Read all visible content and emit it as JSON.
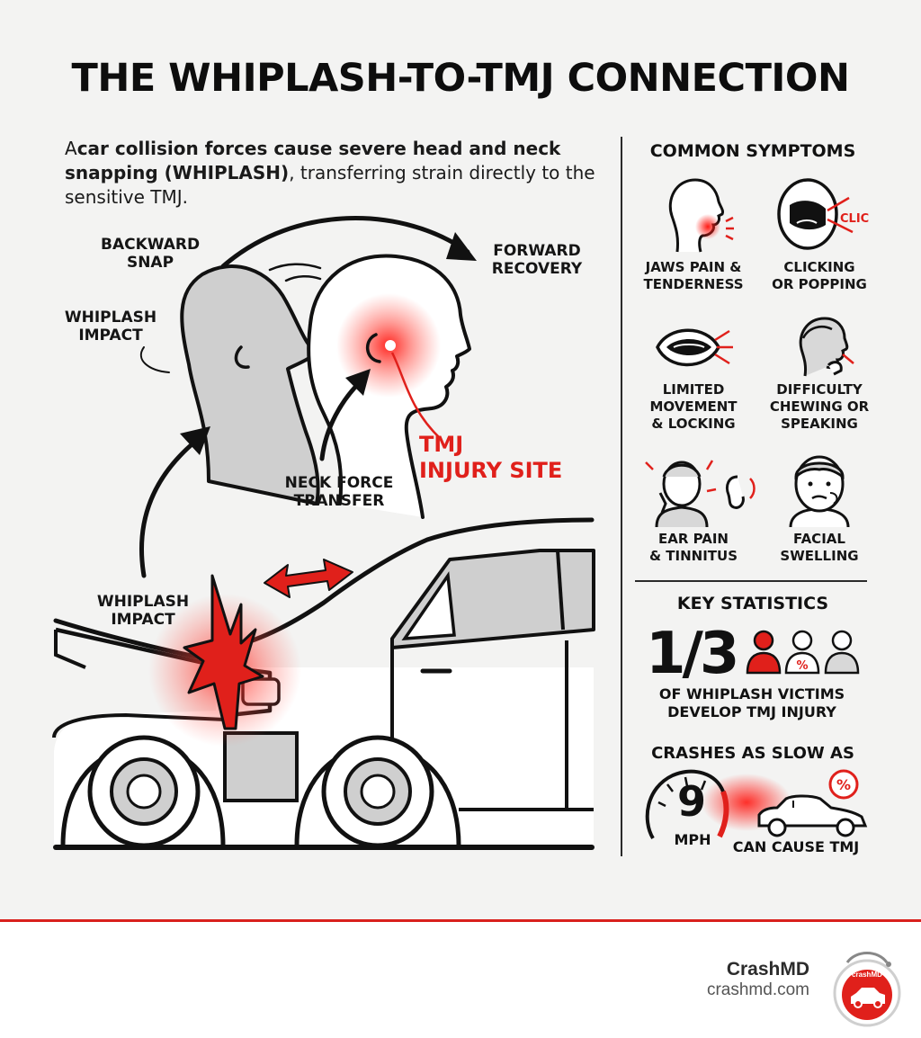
{
  "title": "THE WHIPLASH-TO-TMJ CONNECTION",
  "intro": {
    "lead": "A",
    "bold": "car collision forces cause severe head and neck snapping (WHIPLASH)",
    "rest": ", transferring strain directly to the sensitive TMJ."
  },
  "diagram": {
    "backward_snap": "BACKWARD\nSNAP",
    "forward_recovery": "FORWARD\nRECOVERY",
    "whiplash_impact_top": "WHIPLASH\nIMPACT",
    "whiplash_impact_car": "WHIPLASH\nIMPACT",
    "neck_force_transfer": "NECK FORCE\nTRANSFER",
    "tmj_injury_site": "TMJ\nINJURY SITE"
  },
  "symptoms": {
    "heading": "COMMON SYMPTOMS",
    "click_text": "CLICK",
    "items": [
      {
        "label": "JAWS PAIN &\nTENDERNESS",
        "icon": "jaw-pain-icon"
      },
      {
        "label": "CLICKING\nOR POPPING",
        "icon": "clicking-mouth-icon"
      },
      {
        "label": "LIMITED\nMOVEMENT\n& LOCKING",
        "icon": "locked-mouth-icon"
      },
      {
        "label": "DIFFICULTY\nCHEWING OR\nSPEAKING",
        "icon": "chewing-icon"
      },
      {
        "label": "EAR PAIN\n& TINNITUS",
        "icon": "ear-pain-icon"
      },
      {
        "label": "FACIAL\nSWELLING",
        "icon": "swollen-face-icon"
      }
    ]
  },
  "stats": {
    "heading": "KEY STATISTICS",
    "fraction": "1/3",
    "fraction_caption": "OF WHIPLASH VICTIMS\nDEVELOP TMJ INJURY",
    "percent_symbol": "%",
    "crash_heading": "CRASHES AS SLOW AS",
    "speed_value": "9",
    "speed_unit": "MPH",
    "crash_caption": "CAN CAUSE TMJ"
  },
  "footer": {
    "brand": "CrashMD",
    "url": "crashmd.com",
    "logo_text": "crashMD"
  },
  "colors": {
    "accent": "#e0201b",
    "ink": "#111111",
    "background": "#f3f3f2",
    "fill_gray": "#cfcfcf"
  }
}
